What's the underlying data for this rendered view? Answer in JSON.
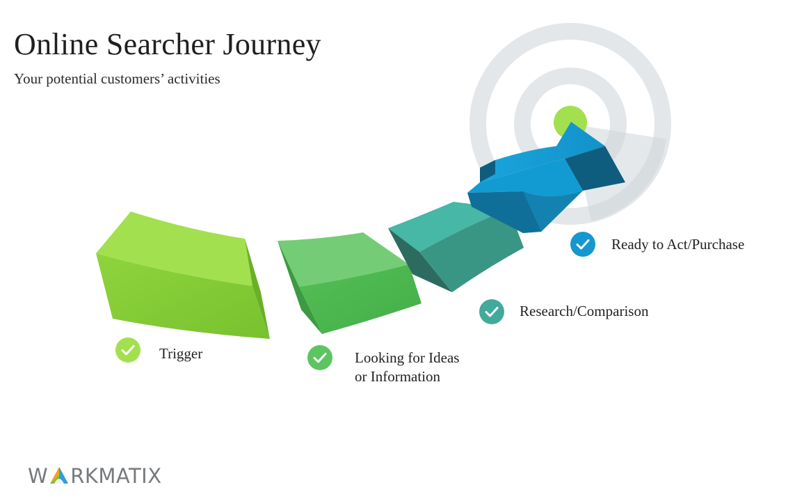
{
  "header": {
    "title": "Online Searcher Journey",
    "subtitle": "Your potential customers’ activities"
  },
  "stages": [
    {
      "label_lines": [
        "Trigger"
      ],
      "color": "#a3e04f",
      "check_color": "#a3e04f",
      "icon": "check-circle-icon"
    },
    {
      "label_lines": [
        "Looking for Ideas",
        "or Information"
      ],
      "color": "#5cc562",
      "check_color": "#5cc562",
      "icon": "check-circle-icon"
    },
    {
      "label_lines": [
        "Research/Comparison"
      ],
      "color": "#43a99a",
      "check_color": "#43a99a",
      "icon": "check-circle-icon"
    },
    {
      "label_lines": [
        "Ready to Act/Purchase"
      ],
      "color": "#1597cf",
      "check_color": "#1597cf",
      "icon": "check-circle-icon"
    }
  ],
  "target": {
    "icon": "target-icon",
    "bullseye_color": "#a3e04f",
    "ring_color": "#e3e7e9"
  },
  "logo": {
    "prefix": "W",
    "suffix": "RKMATIX",
    "icon": "workmatix-logo-icon"
  }
}
